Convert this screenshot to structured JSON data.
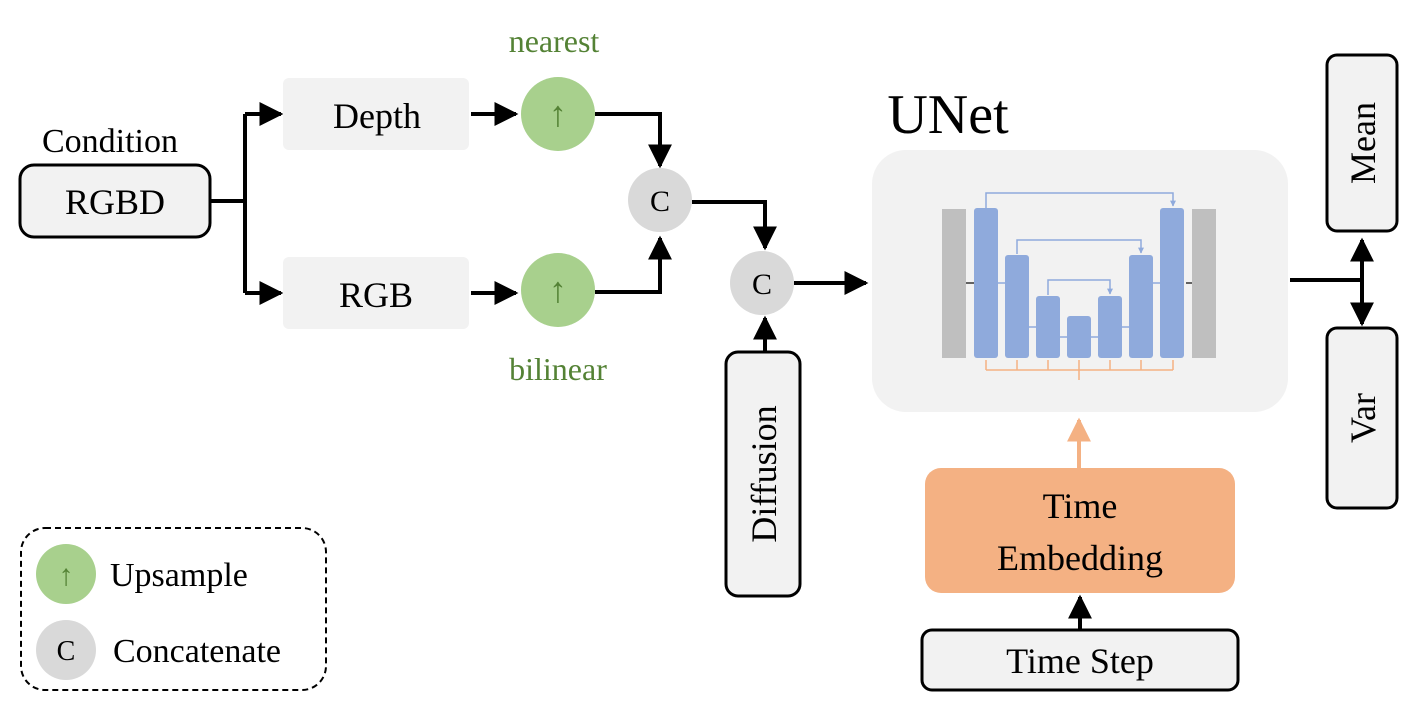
{
  "labels": {
    "condition": "Condition",
    "rgbd": "RGBD",
    "depth": "Depth",
    "rgb": "RGB",
    "nearest": "nearest",
    "bilinear": "bilinear",
    "upsample_symbol": "↑",
    "concat_symbol": "C",
    "unet": "UNet",
    "diffusion": "Diffusion",
    "time_embedding_line1": "Time",
    "time_embedding_line2": "Embedding",
    "time_step": "Time Step",
    "mean": "Mean",
    "var": "Var"
  },
  "legend": {
    "upsample_symbol": "↑",
    "upsample_label": "Upsample",
    "concat_symbol": "C",
    "concat_label": "Concatenate"
  },
  "colors": {
    "upsample_fill": "#a8d08d",
    "upsample_text": "#548235",
    "concat_fill": "#d9d9d9",
    "light_box": "#f2f2f2",
    "time_embedding_fill": "#f4b183",
    "unet_block": "#8faadc",
    "unet_side": "#bfbfbf",
    "skip_line": "#8faadc",
    "time_line": "#f4b183"
  }
}
